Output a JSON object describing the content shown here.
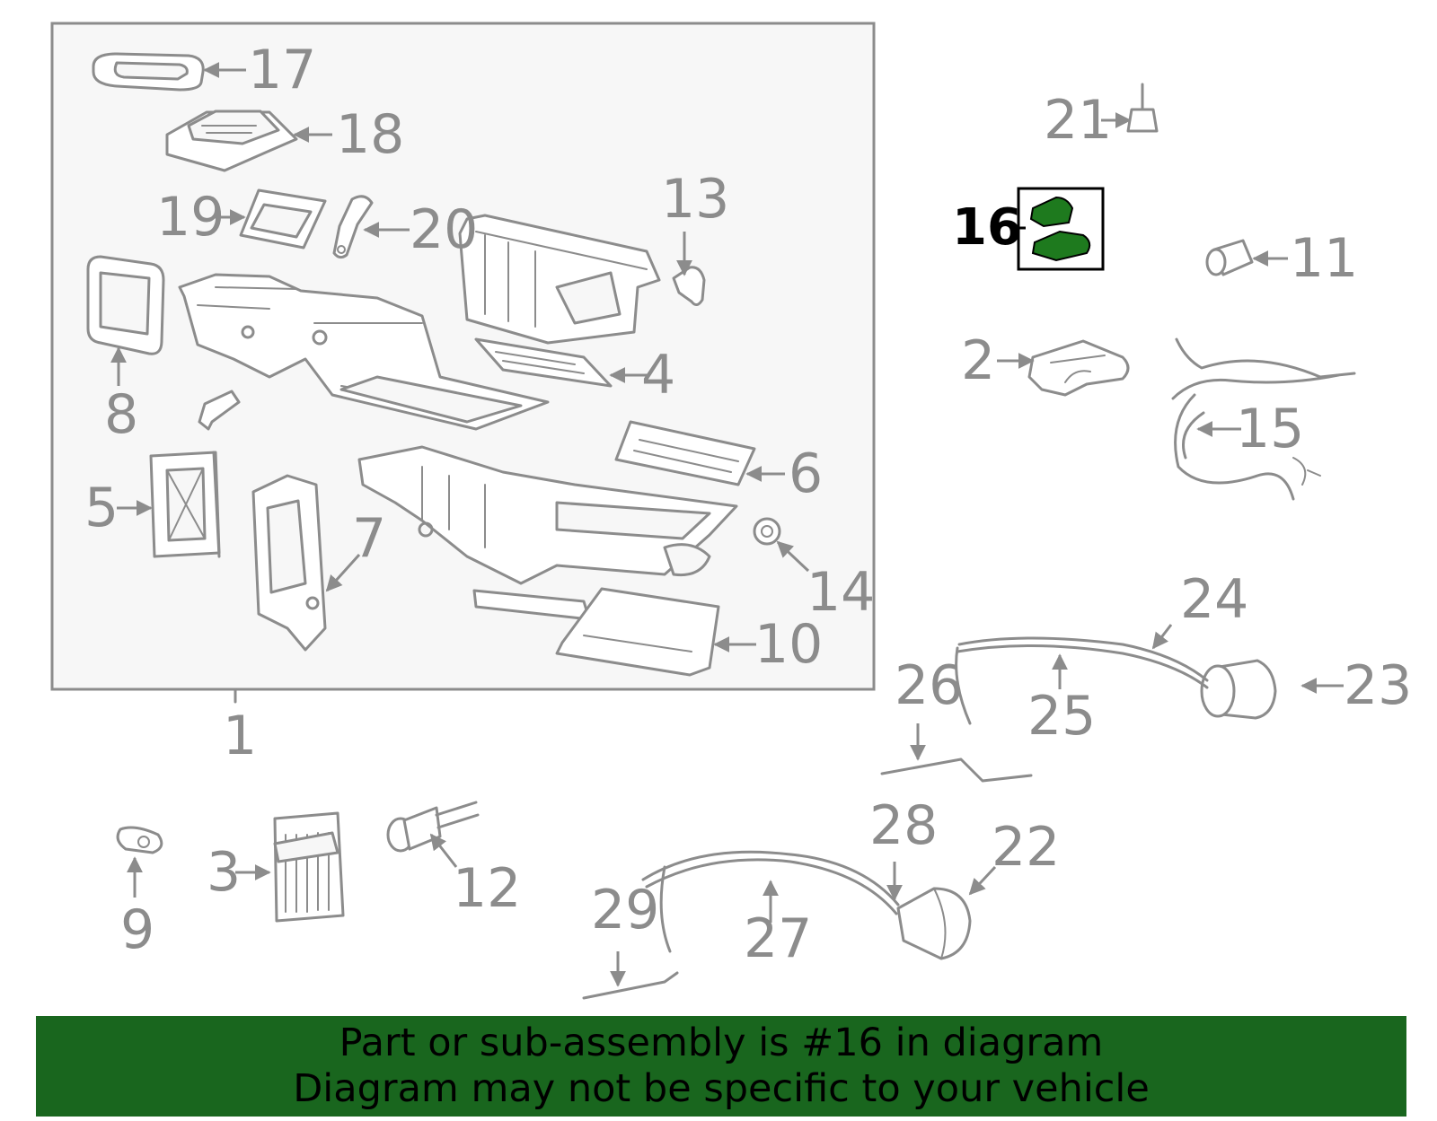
{
  "diagram": {
    "highlighted_part": "16",
    "highlight_color": "#1e7a1e",
    "callouts": {
      "c1": "1",
      "c2": "2",
      "c3": "3",
      "c4": "4",
      "c5": "5",
      "c6": "6",
      "c7": "7",
      "c8": "8",
      "c9": "9",
      "c10": "10",
      "c11": "11",
      "c12": "12",
      "c13": "13",
      "c14": "14",
      "c15": "15",
      "c16": "16",
      "c17": "17",
      "c18": "18",
      "c19": "19",
      "c20": "20",
      "c21": "21",
      "c22": "22",
      "c23": "23",
      "c24": "24",
      "c25": "25",
      "c26": "26",
      "c27": "27",
      "c28": "28",
      "c29": "29"
    }
  },
  "banner": {
    "line1": "Part or sub-assembly is #16 in diagram",
    "line2": "Diagram may not be specific to your vehicle",
    "background": "#19661e"
  }
}
